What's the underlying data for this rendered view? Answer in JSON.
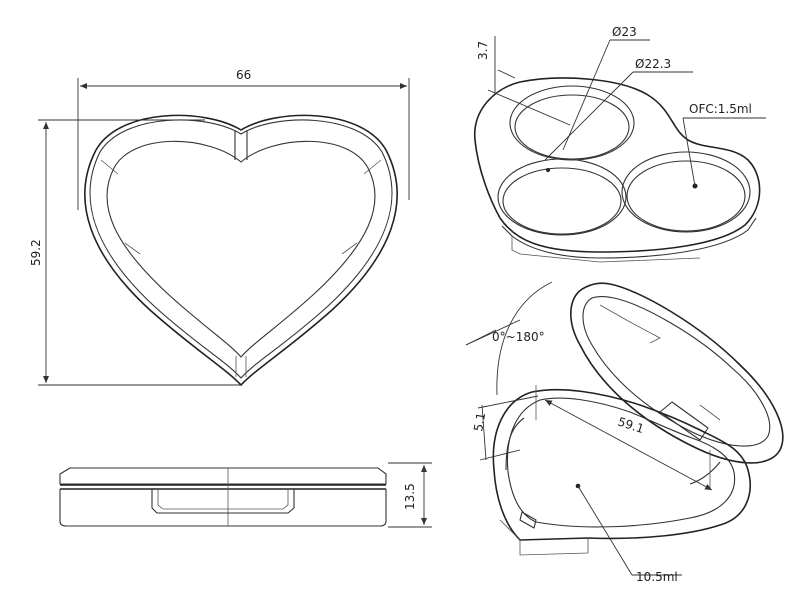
{
  "dimensions": {
    "width": "66",
    "height": "59.2",
    "thickness": "13.5",
    "depth": "3.7",
    "outer_diameter": "Ø23",
    "inner_diameter": "Ø22.3",
    "pan_volume": "OFC:1.5ml",
    "hinge_angle": "0°~180°",
    "lid_depth": "5.1",
    "inner_width": "59.1",
    "well_volume": "10.5ml"
  }
}
